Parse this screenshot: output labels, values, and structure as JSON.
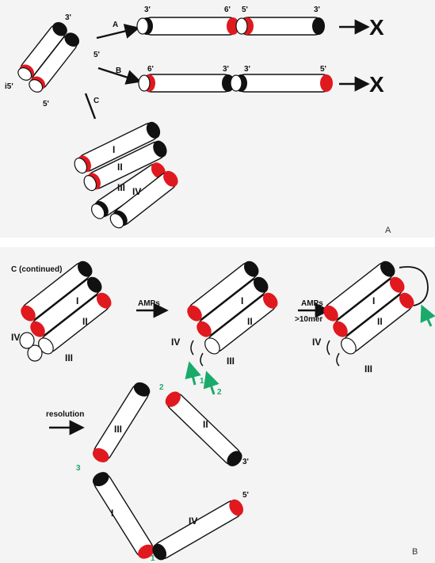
{
  "figure": {
    "labels": {
      "three_prime": "3'",
      "five_prime": "5'",
      "five_prime_alt": "6'",
      "five_prime_left": "i5'",
      "path_a": "A",
      "path_b": "B",
      "path_c": "C",
      "dead_end": "X",
      "strand_1": "I",
      "strand_2": "II",
      "strand_3": "III",
      "strand_4": "IV",
      "c_continued": "C (continued)",
      "amps": "AMPs",
      "amps_10mer": ">10mer",
      "resolution": "resolution",
      "site_1": "1",
      "site_2": "2",
      "site_3": "3",
      "panel_a": "A",
      "panel_b": "B"
    },
    "colors": {
      "red_end": "#e0191f",
      "black_end": "#111111",
      "green_arrow": "#1aaa6a"
    }
  }
}
